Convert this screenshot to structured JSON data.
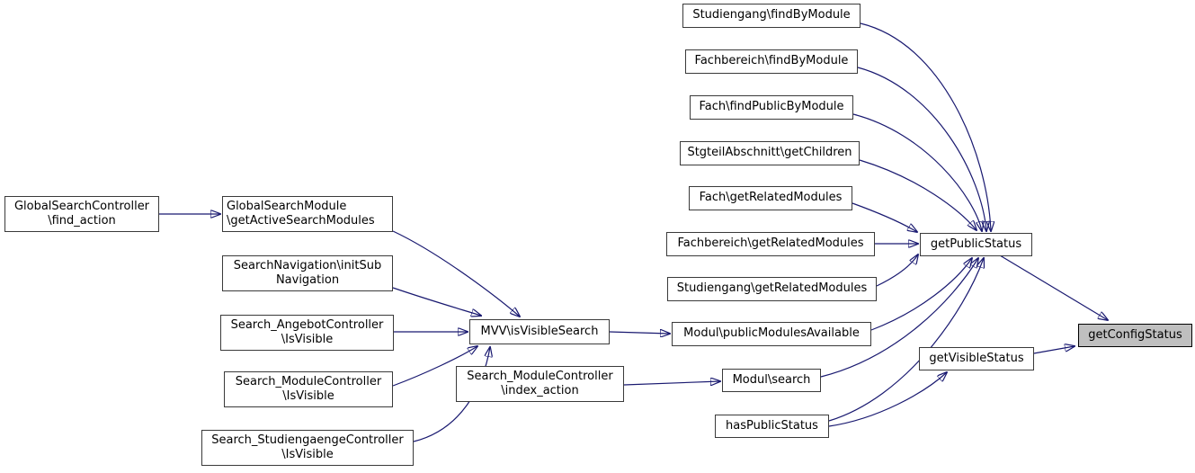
{
  "diagram": {
    "type": "call-graph",
    "highlighted_node": "n-getconfigstatus",
    "colors": {
      "edge": "#191970",
      "node_border": "#3a3a3a",
      "node_fill": "#ffffff",
      "highlight_fill": "#bfbfbf",
      "text": "#000000"
    },
    "nodes": [
      {
        "id": "n-find-action",
        "label": "GlobalSearchController\n\\find_action"
      },
      {
        "id": "n-get-active-search-modules",
        "label": "GlobalSearchModule\n\\getActiveSearchModules"
      },
      {
        "id": "n-init-sub-navigation",
        "label": "SearchNavigation\\initSub\nNavigation"
      },
      {
        "id": "n-angebot-isvisible",
        "label": "Search_AngebotController\n\\IsVisible"
      },
      {
        "id": "n-module-isvisible",
        "label": "Search_ModuleController\n\\IsVisible"
      },
      {
        "id": "n-studiengaenge-isvisible",
        "label": "Search_StudiengaengeController\n\\IsVisible"
      },
      {
        "id": "n-mvv-isvisiblesearch",
        "label": "MVV\\isVisibleSearch"
      },
      {
        "id": "n-index-action",
        "label": "Search_ModuleController\n\\index_action"
      },
      {
        "id": "n-studiengang-findbymodule",
        "label": "Studiengang\\findByModule"
      },
      {
        "id": "n-fachbereich-findbymodule",
        "label": "Fachbereich\\findByModule"
      },
      {
        "id": "n-fach-findpublicbymodule",
        "label": "Fach\\findPublicByModule"
      },
      {
        "id": "n-stgteilabschnitt-getchildren",
        "label": "StgteilAbschnitt\\getChildren"
      },
      {
        "id": "n-fach-getrelatedmodules",
        "label": "Fach\\getRelatedModules"
      },
      {
        "id": "n-fachbereich-getrelatedmodules",
        "label": "Fachbereich\\getRelatedModules"
      },
      {
        "id": "n-studiengang-getrelatedmodules",
        "label": "Studiengang\\getRelatedModules"
      },
      {
        "id": "n-modul-publicmodulesavailable",
        "label": "Modul\\publicModulesAvailable"
      },
      {
        "id": "n-modul-search",
        "label": "Modul\\search"
      },
      {
        "id": "n-haspublicstatus",
        "label": "hasPublicStatus"
      },
      {
        "id": "n-getpublicstatus",
        "label": "getPublicStatus"
      },
      {
        "id": "n-getvisiblestatus",
        "label": "getVisibleStatus"
      },
      {
        "id": "n-getconfigstatus",
        "label": "getConfigStatus"
      }
    ],
    "edges": [
      {
        "from": "n-find-action",
        "to": "n-get-active-search-modules"
      },
      {
        "from": "n-get-active-search-modules",
        "to": "n-mvv-isvisiblesearch"
      },
      {
        "from": "n-init-sub-navigation",
        "to": "n-mvv-isvisiblesearch"
      },
      {
        "from": "n-angebot-isvisible",
        "to": "n-mvv-isvisiblesearch"
      },
      {
        "from": "n-module-isvisible",
        "to": "n-mvv-isvisiblesearch"
      },
      {
        "from": "n-studiengaenge-isvisible",
        "to": "n-mvv-isvisiblesearch"
      },
      {
        "from": "n-mvv-isvisiblesearch",
        "to": "n-modul-publicmodulesavailable"
      },
      {
        "from": "n-index-action",
        "to": "n-modul-search"
      },
      {
        "from": "n-studiengang-findbymodule",
        "to": "n-getpublicstatus"
      },
      {
        "from": "n-fachbereich-findbymodule",
        "to": "n-getpublicstatus"
      },
      {
        "from": "n-fach-findpublicbymodule",
        "to": "n-getpublicstatus"
      },
      {
        "from": "n-stgteilabschnitt-getchildren",
        "to": "n-getpublicstatus"
      },
      {
        "from": "n-fach-getrelatedmodules",
        "to": "n-getpublicstatus"
      },
      {
        "from": "n-fachbereich-getrelatedmodules",
        "to": "n-getpublicstatus"
      },
      {
        "from": "n-studiengang-getrelatedmodules",
        "to": "n-getpublicstatus"
      },
      {
        "from": "n-modul-publicmodulesavailable",
        "to": "n-getpublicstatus"
      },
      {
        "from": "n-modul-search",
        "to": "n-getpublicstatus"
      },
      {
        "from": "n-haspublicstatus",
        "to": "n-getpublicstatus"
      },
      {
        "from": "n-haspublicstatus",
        "to": "n-getvisiblestatus"
      },
      {
        "from": "n-getpublicstatus",
        "to": "n-getconfigstatus"
      },
      {
        "from": "n-getvisiblestatus",
        "to": "n-getconfigstatus"
      }
    ]
  }
}
